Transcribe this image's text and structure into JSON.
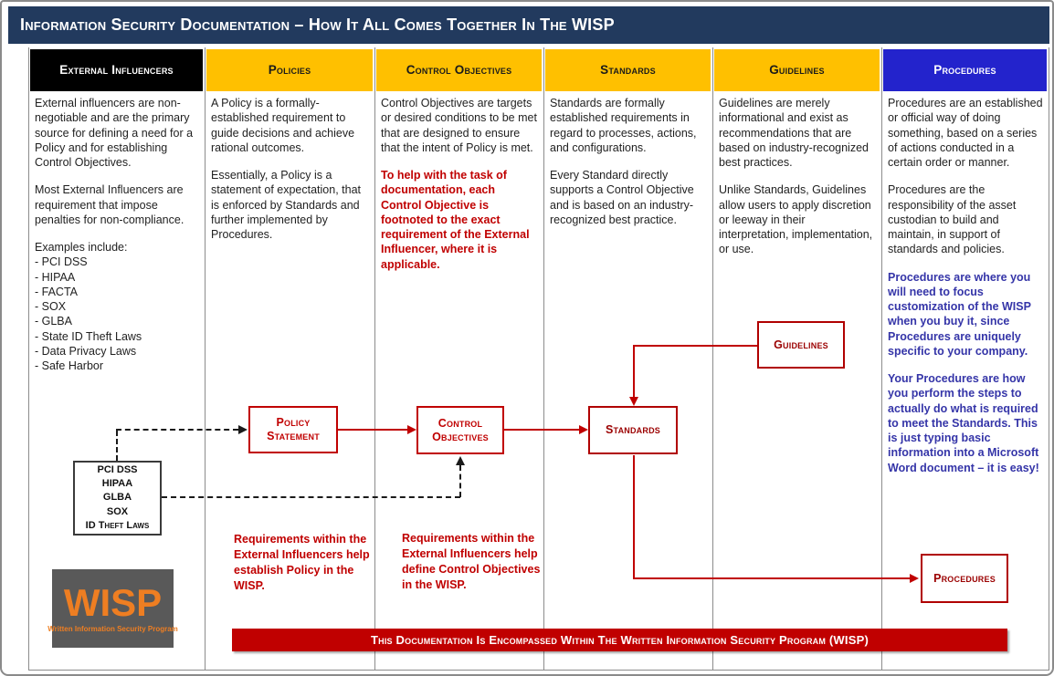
{
  "title": "Information Security Documentation – How It All Comes Together In The WISP",
  "colors": {
    "title_bar": "#223A5E",
    "header_gold": "#FFC000",
    "header_black": "#000000",
    "header_blue": "#2323CC",
    "accent_red": "#C00000",
    "dark_red": "#9B0000",
    "accent_blue_text": "#3535A8",
    "logo_bg": "#595959",
    "logo_orange": "#EE7E22"
  },
  "columns": [
    {
      "header": "External Influencers",
      "paragraphs": [
        {
          "text": "External influencers are non-negotiable and are the primary source for defining a need for a Policy and for establishing Control Objectives.",
          "style": "normal"
        },
        {
          "text": "Most External Influencers are requirement that impose penalties for non-compliance.",
          "style": "normal"
        },
        {
          "text": "Examples include:\n - PCI DSS\n - HIPAA\n - FACTA\n - SOX\n - GLBA\n - State ID Theft Laws\n - Data Privacy Laws\n - Safe Harbor",
          "style": "normal"
        }
      ]
    },
    {
      "header": "Policies",
      "paragraphs": [
        {
          "text": "A Policy is a formally-established requirement to guide decisions and achieve rational outcomes.",
          "style": "normal"
        },
        {
          "text": "Essentially, a Policy is a statement of expectation, that is enforced by Standards and further implemented by Procedures.",
          "style": "normal"
        }
      ]
    },
    {
      "header": "Control Objectives",
      "paragraphs": [
        {
          "text": "Control Objectives are targets or desired conditions to be met that are designed to ensure that the intent of Policy is met.",
          "style": "normal"
        },
        {
          "text": "To help with the task of documentation, each Control Objective is footnoted to the exact requirement of the External Influencer, where it is applicable.",
          "style": "red"
        }
      ]
    },
    {
      "header": "Standards",
      "paragraphs": [
        {
          "text": "Standards are formally established requirements in regard to processes, actions, and configurations.",
          "style": "normal"
        },
        {
          "text": "Every Standard directly supports a Control Objective and is based on an industry-recognized best practice.",
          "style": "normal"
        }
      ]
    },
    {
      "header": "Guidelines",
      "paragraphs": [
        {
          "text": "Guidelines are merely informational and exist as recommendations that are based on industry-recognized best practices.",
          "style": "normal"
        },
        {
          "text": "Unlike Standards, Guidelines allow users to apply discretion or leeway in their interpretation, implementation, or use.",
          "style": "normal"
        }
      ]
    },
    {
      "header": "Procedures",
      "paragraphs": [
        {
          "text": "Procedures are an established or official way of doing something, based on a series\nof actions conducted in a certain order or manner.",
          "style": "normal"
        },
        {
          "text": "Procedures are the responsibility of the asset custodian to build and maintain, in support of standards and policies.",
          "style": "normal"
        },
        {
          "text": "Procedures are where you will need to focus customization of the WISP when you buy it, since Procedures are uniquely specific to your company.",
          "style": "blue"
        },
        {
          "text": "Your Procedures are how you perform the steps to actually do what is required to meet the Standards. This is just typing basic information into a Microsoft Word document – it is easy!",
          "style": "blue"
        }
      ]
    }
  ],
  "flow": {
    "external_laws_box": "PCI DSS\nHIPAA\nGLBA\nSOX\nID Theft Laws",
    "policy_statement_box": "Policy Statement",
    "control_objectives_box": "Control Objectives",
    "standards_box": "Standards",
    "guidelines_box": "Guidelines",
    "procedures_box": "Procedures",
    "policies_note": "Requirements within the External Influencers help establish Policy in the WISP.",
    "control_objectives_note": "Requirements within the External Influencers help define Control Objectives in the WISP."
  },
  "logo": {
    "acronym": "WISP",
    "caption": "Written  Information  Security  Program"
  },
  "banner": "This Documentation Is Encompassed Within The Written Information Security Program (WISP)"
}
